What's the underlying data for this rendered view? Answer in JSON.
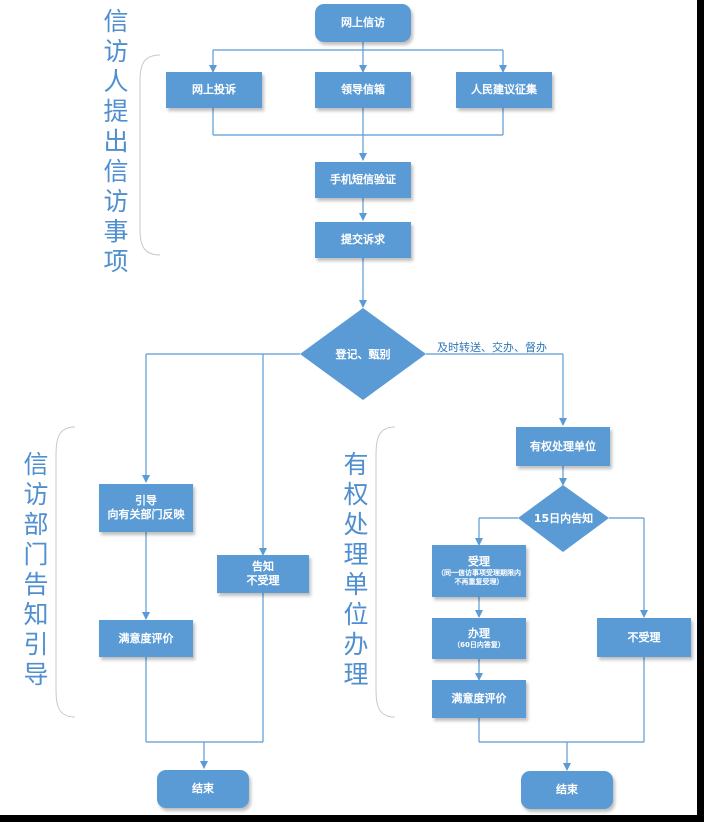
{
  "nodes": {
    "start": "网上信访",
    "online_complaint": "网上投诉",
    "leader_mailbox": "领导信箱",
    "people_suggestion": "人民建议征集",
    "sms_verify": "手机短信验证",
    "submit": "提交诉求",
    "register": "登记、甄别",
    "guide_line1": "引导",
    "guide_line2": "向有关部门反映",
    "notify_line1": "告知",
    "notify_line2": "不受理",
    "satisfaction_left": "满意度评价",
    "end_left": "结束",
    "authorized_unit": "有权处理单位",
    "notify_15": "15日内告知",
    "accept_title": "受理",
    "accept_note": "（同一信访事项受理期限内不再重复受理）",
    "handle_title": "办理",
    "handle_note": "（60日内答复）",
    "not_accept": "不受理",
    "satisfaction_right": "满意度评价",
    "end_right": "结束"
  },
  "edge_labels": {
    "transfer": "及时转送、交办、督办"
  },
  "side_labels": {
    "top": "信访人提出信访事项",
    "left": "信访部门告知引导",
    "right": "有权处理单位办理"
  }
}
